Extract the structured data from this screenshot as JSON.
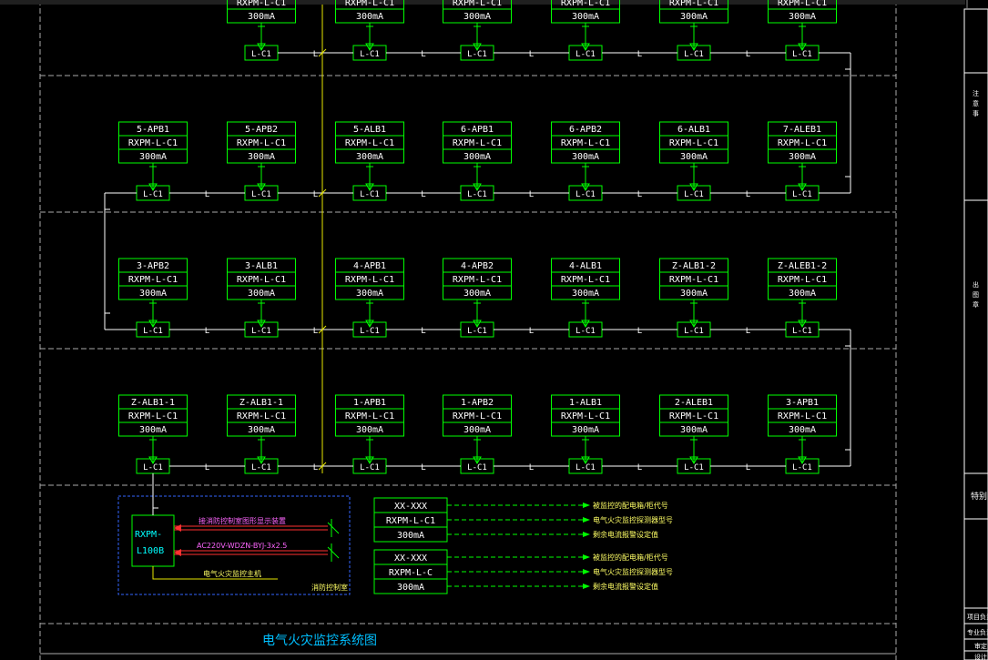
{
  "diagram": {
    "title": "电气火灾监控系统图",
    "module_label": "L-C1",
    "l_marker": "L",
    "rows": [
      {
        "detectors": [
          {
            "name": "",
            "model": "RXPM-L-C1",
            "rating": "300mA"
          },
          {
            "name": "",
            "model": "RXPM-L-C1",
            "rating": "300mA"
          },
          {
            "name": "",
            "model": "RXPM-L-C1",
            "rating": "300mA"
          },
          {
            "name": "",
            "model": "RXPM-L-C1",
            "rating": "300mA"
          },
          {
            "name": "",
            "model": "RXPM-L-C1",
            "rating": "300mA"
          },
          {
            "name": "",
            "model": "RXPM-L-C1",
            "rating": "300mA"
          }
        ]
      },
      {
        "detectors": [
          {
            "name": "5-APB1",
            "model": "RXPM-L-C1",
            "rating": "300mA"
          },
          {
            "name": "5-APB2",
            "model": "RXPM-L-C1",
            "rating": "300mA"
          },
          {
            "name": "5-ALB1",
            "model": "RXPM-L-C1",
            "rating": "300mA"
          },
          {
            "name": "6-APB1",
            "model": "RXPM-L-C1",
            "rating": "300mA"
          },
          {
            "name": "6-APB2",
            "model": "RXPM-L-C1",
            "rating": "300mA"
          },
          {
            "name": "6-ALB1",
            "model": "RXPM-L-C1",
            "rating": "300mA"
          },
          {
            "name": "7-ALEB1",
            "model": "RXPM-L-C1",
            "rating": "300mA"
          }
        ]
      },
      {
        "detectors": [
          {
            "name": "3-APB2",
            "model": "RXPM-L-C1",
            "rating": "300mA"
          },
          {
            "name": "3-ALB1",
            "model": "RXPM-L-C1",
            "rating": "300mA"
          },
          {
            "name": "4-APB1",
            "model": "RXPM-L-C1",
            "rating": "300mA"
          },
          {
            "name": "4-APB2",
            "model": "RXPM-L-C1",
            "rating": "300mA"
          },
          {
            "name": "4-ALB1",
            "model": "RXPM-L-C1",
            "rating": "300mA"
          },
          {
            "name": "Z-ALB1-2",
            "model": "RXPM-L-C1",
            "rating": "300mA"
          },
          {
            "name": "Z-ALEB1-2",
            "model": "RXPM-L-C1",
            "rating": "300mA"
          }
        ]
      },
      {
        "detectors": [
          {
            "name": "Z-ALB1-1",
            "model": "RXPM-L-C1",
            "rating": "300mA"
          },
          {
            "name": "Z-ALB1-1",
            "model": "RXPM-L-C1",
            "rating": "300mA"
          },
          {
            "name": "1-APB1",
            "model": "RXPM-L-C1",
            "rating": "300mA"
          },
          {
            "name": "1-APB2",
            "model": "RXPM-L-C1",
            "rating": "300mA"
          },
          {
            "name": "1-ALB1",
            "model": "RXPM-L-C1",
            "rating": "300mA"
          },
          {
            "name": "2-ALEB1",
            "model": "RXPM-L-C1",
            "rating": "300mA"
          },
          {
            "name": "3-APB1",
            "model": "RXPM-L-C1",
            "rating": "300mA"
          }
        ]
      }
    ],
    "host": {
      "model_line1": "RXPM-",
      "model_line2": "L100B",
      "cable1": "接消防控制室图形显示装置",
      "cable2": "AC220V-WDZN-BYJ-3x2.5",
      "host_label": "电气火灾监控主机",
      "room_label": "消防控制室"
    },
    "legend": [
      {
        "field1": "XX-XXX",
        "field2": "RXPM-L-C1",
        "field3": "300mA",
        "note1": "被监控的配电箱/柜代号",
        "note2": "电气火灾监控探测器型号",
        "note3": "剩余电流报警设定值"
      },
      {
        "field1": "XX-XXX",
        "field2": "RXPM-L-C",
        "field3": "300mA",
        "note1": "被监控的配电箱/柜代号",
        "note2": "电气火灾监控探测器型号",
        "note3": "剩余电流报警设定值"
      }
    ],
    "title_block": {
      "notes_label": "注\n意\n事",
      "stamp_label": "出\n图\n章",
      "special_label": "特别",
      "row_a": "项目负责",
      "row_b": "专业负责",
      "row_c": "审定",
      "row_d": "设计"
    }
  }
}
